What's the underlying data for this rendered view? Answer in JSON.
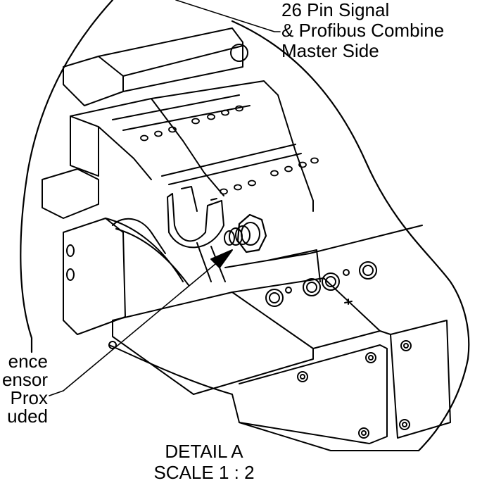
{
  "callout_top": {
    "line1": "26 Pin Signal",
    "line2": "& Profibus Combine",
    "line3": "Master Side"
  },
  "callout_left": {
    "line1": "ence",
    "line2": "ensor",
    "line3": "Prox",
    "line4": "uded"
  },
  "detail": {
    "title": "DETAIL A",
    "scale": "SCALE 1 : 2"
  },
  "colors": {
    "line": "#000000",
    "background": "#ffffff"
  }
}
